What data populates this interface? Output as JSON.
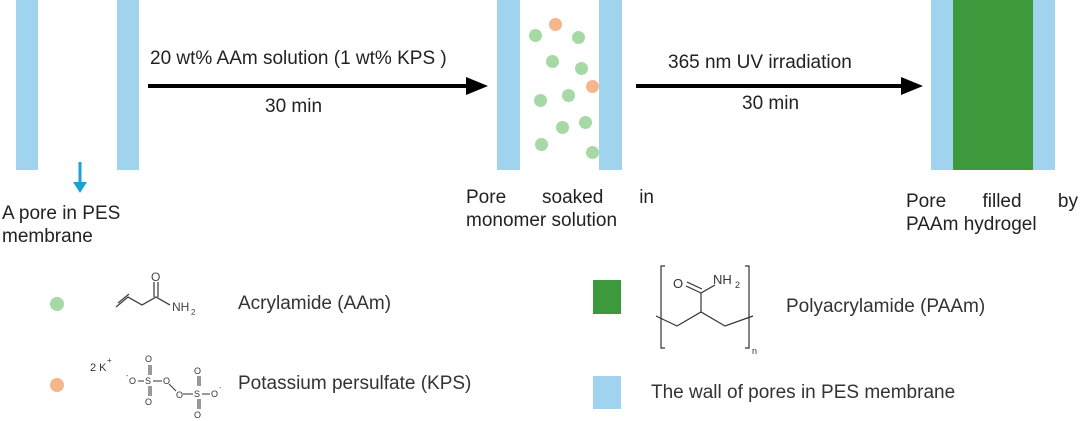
{
  "steps": {
    "step1_line1": "20 wt% AAm solution (1 wt% KPS )",
    "step1_line2": "30 min",
    "step2_line1": "365 nm UV irradiation",
    "step2_line2": "30 min"
  },
  "stages": {
    "empty_pore": [
      "A pore in PES",
      "membrane"
    ],
    "soaked_pore": {
      "line1_words": [
        "Pore",
        "soaked",
        "in"
      ],
      "line2": "monomer solution"
    },
    "filled_pore": {
      "line1_words": [
        "Pore",
        "filled",
        "by"
      ],
      "line2": "PAAm hydrogel"
    }
  },
  "legend": {
    "aam": "Acrylamide (AAm)",
    "kps": "Potassium persulfate (KPS)",
    "paam": "Polyacrylamide (PAAm)",
    "wall": "The wall of pores in PES membrane"
  },
  "structures": {
    "nh2": "NH",
    "sub2": "2",
    "o": "O",
    "n": "n",
    "k": "2 K",
    "plus": "+",
    "minus": "-",
    "s": "S"
  },
  "colors": {
    "wall": "#9fd3ee",
    "monomer": "#a6d9a6",
    "initiator": "#f4b68a",
    "hydrogel": "#3c9a3c",
    "pointer_arrow": "#1ba1d4"
  }
}
